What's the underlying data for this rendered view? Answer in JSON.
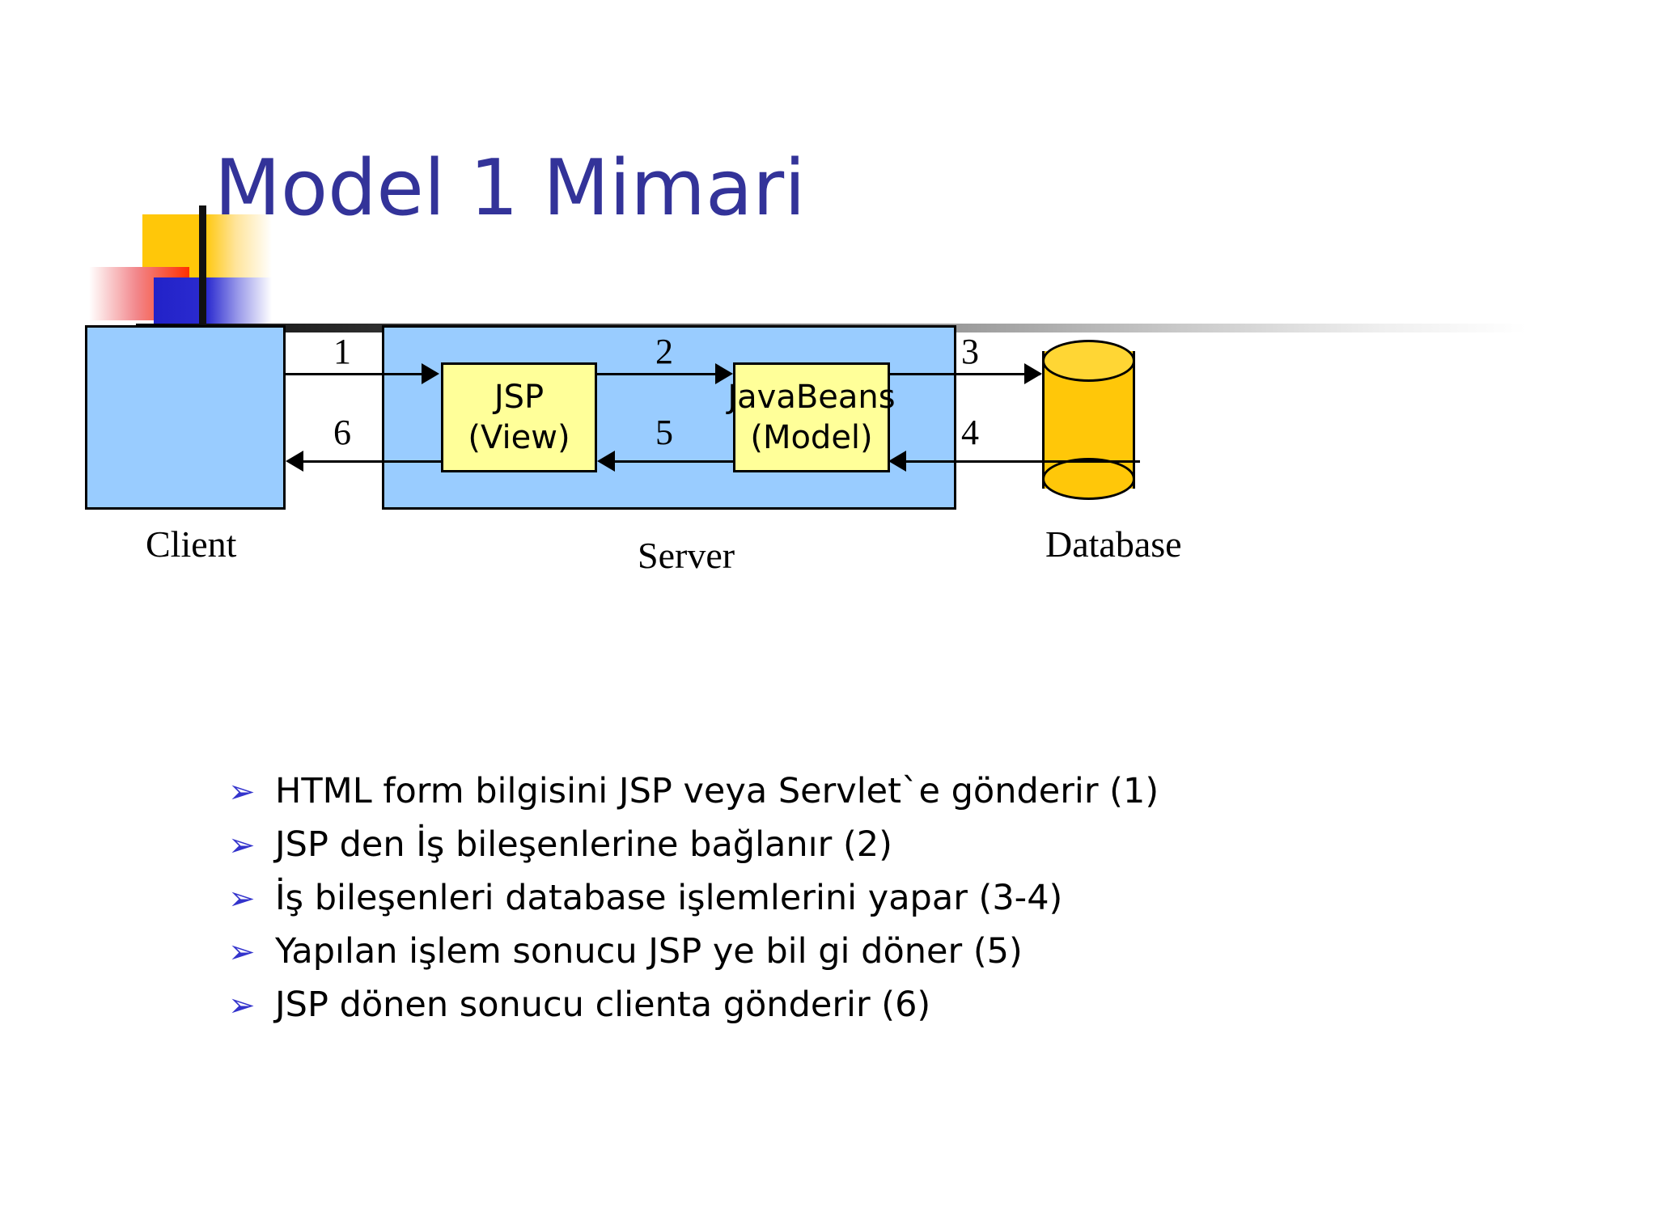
{
  "slide": {
    "title": "Model 1 Mimari"
  },
  "diagram": {
    "client": {
      "label": "Client"
    },
    "server": {
      "label": "Server"
    },
    "database": {
      "label": "Database"
    },
    "jsp_box": {
      "line1": "JSP",
      "line2": "(View)"
    },
    "beans_box": {
      "line1": "JavaBeans",
      "line2": "(Model)"
    },
    "flow_numbers": {
      "n1": "1",
      "n2": "2",
      "n3": "3",
      "n4": "4",
      "n5": "5",
      "n6": "6"
    },
    "colors": {
      "zone_fill": "#99CCFF",
      "component_fill": "#FFFF99",
      "database_fill": "#FFC709",
      "stroke": "#000000"
    }
  },
  "bullets": {
    "marker": "➢",
    "marker_color": "#3333CC",
    "items": [
      {
        "text": "HTML form bilgisini JSP veya Servlet`e gönderir (1)"
      },
      {
        "text": "JSP den İş bileşenlerine bağlanır (2)"
      },
      {
        "text": "İş bileşenleri database işlemlerini yapar (3-4)"
      },
      {
        "text": "Yapılan işlem sonucu JSP ye bil gi döner (5)"
      },
      {
        "text": "JSP dönen sonucu clienta gönderir (6)"
      }
    ]
  },
  "decor": {
    "title_color": "#333399",
    "rule_from": "#000000",
    "rule_to": "#ffffff"
  }
}
